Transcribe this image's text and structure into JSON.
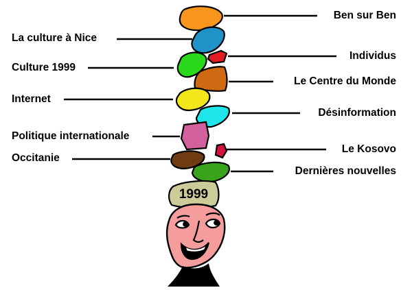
{
  "badge": "1999",
  "menu": [
    {
      "id": "ben-sur-ben",
      "label": "Ben sur Ben",
      "side": "right",
      "color": "#f7951d"
    },
    {
      "id": "la-culture-a-nice",
      "label": "La culture à Nice",
      "side": "left",
      "color": "#1f93c8"
    },
    {
      "id": "individus",
      "label": "Individus",
      "side": "right",
      "color": "#e31b23"
    },
    {
      "id": "culture-1999",
      "label": "Culture 1999",
      "side": "left",
      "color": "#2ad91e"
    },
    {
      "id": "le-centre-du-monde",
      "label": "Le Centre du Monde",
      "side": "right",
      "color": "#cf6a12"
    },
    {
      "id": "internet",
      "label": "Internet",
      "side": "left",
      "color": "#f3e61b"
    },
    {
      "id": "desinformation",
      "label": "Désinformation",
      "side": "right",
      "color": "#1fe6ea"
    },
    {
      "id": "politique-internationale",
      "label": "Politique internationale",
      "side": "left",
      "color": "#d2609c"
    },
    {
      "id": "le-kosovo",
      "label": "Le Kosovo",
      "side": "right",
      "color": "#d3123d"
    },
    {
      "id": "occitanie",
      "label": "Occitanie",
      "side": "left",
      "color": "#6e3b12"
    },
    {
      "id": "dernieres-nouvelles",
      "label": "Dernières nouvelles",
      "side": "right",
      "color": "#3aa31c"
    }
  ],
  "colors": {
    "badge": "#cccc99",
    "face": "#f59d9d",
    "outline": "#000000"
  }
}
